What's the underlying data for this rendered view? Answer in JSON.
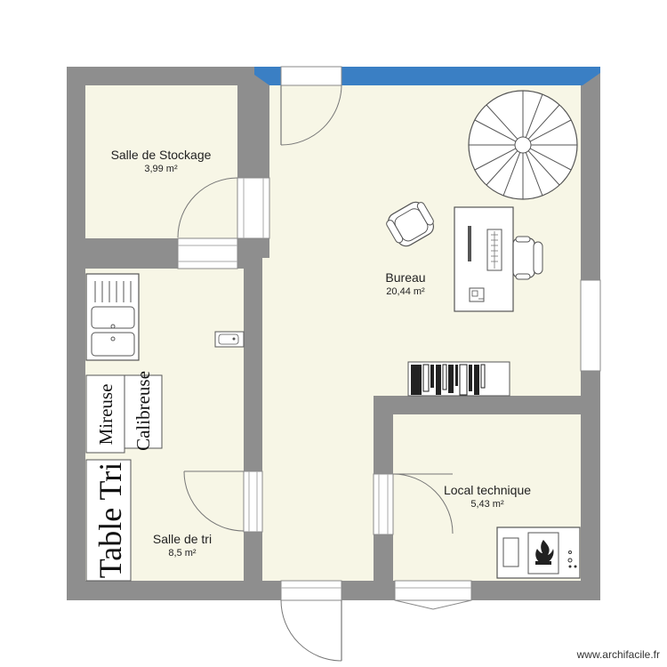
{
  "rooms": {
    "storage": {
      "name": "Salle de Stockage",
      "area": "3,99 m²"
    },
    "office": {
      "name": "Bureau",
      "area": "20,44 m²"
    },
    "sorting": {
      "name": "Salle de tri",
      "area": "8,5 m²"
    },
    "technical": {
      "name": "Local technique",
      "area": "5,43 m²"
    }
  },
  "furniture": {
    "mireuse": "Mireuse",
    "calibreuse": "Calibreuse",
    "table_tri": "Table Tri"
  },
  "watermark": "www.archifacile.fr",
  "colors": {
    "wall": "#8e8e8e",
    "floor": "#f7f6e6",
    "window_blue": "#3a7fc4",
    "line": "#555555"
  }
}
